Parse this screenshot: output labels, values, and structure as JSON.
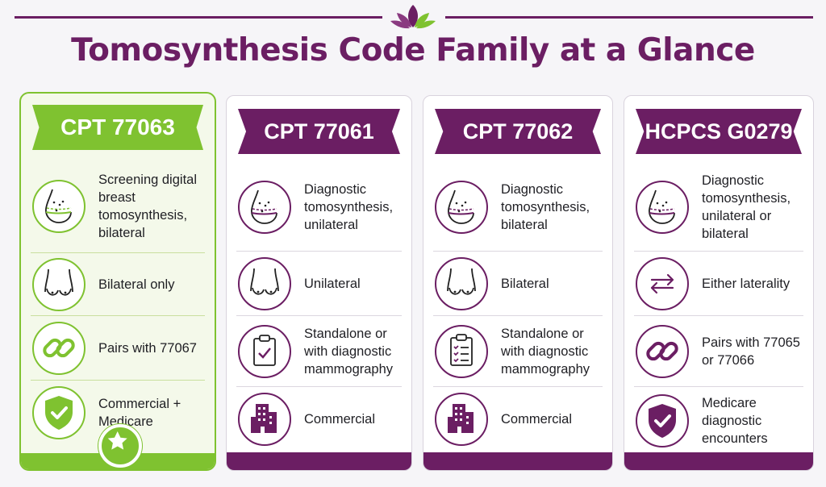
{
  "title": "Tomosynthesis Code Family at a Glance",
  "colors": {
    "purple": "#6b1e63",
    "green": "#7fc230"
  },
  "cards": [
    {
      "code": "CPT 77063",
      "rows": [
        {
          "icon": "breast-scan-icon",
          "text": "Screening digital breast tomosynthesis, bilateral"
        },
        {
          "icon": "torso-bilateral-icon",
          "text": "Bilateral only"
        },
        {
          "icon": "link-icon",
          "text": "Pairs with 77067"
        },
        {
          "icon": "shield-check-icon",
          "text": "Commercial + Medicare"
        }
      ],
      "badge_icon": "star-icon"
    },
    {
      "code": "CPT 77061",
      "rows": [
        {
          "icon": "breast-scan-icon",
          "text": "Diagnostic tomosynthesis, unilateral"
        },
        {
          "icon": "torso-icon",
          "text": "Unilateral"
        },
        {
          "icon": "clipboard-check-icon",
          "text": "Standalone or with diagnostic mammography"
        },
        {
          "icon": "building-icon",
          "text": "Commercial"
        }
      ]
    },
    {
      "code": "CPT 77062",
      "rows": [
        {
          "icon": "breast-scan-icon",
          "text": "Diagnostic tomosynthesis, bilateral"
        },
        {
          "icon": "torso-icon",
          "text": "Bilateral"
        },
        {
          "icon": "clipboard-list-icon",
          "text": "Standalone or with diagnostic mammography"
        },
        {
          "icon": "building-icon",
          "text": "Commercial"
        }
      ]
    },
    {
      "code": "HCPCS G0279",
      "rows": [
        {
          "icon": "breast-scan-icon",
          "text": "Diagnostic tomosynthesis, unilateral or bilateral"
        },
        {
          "icon": "swap-arrows-icon",
          "text": "Either laterality"
        },
        {
          "icon": "link-icon",
          "text": "Pairs with 77065 or 77066"
        },
        {
          "icon": "shield-check-icon",
          "text": "Medicare diagnostic encounters"
        }
      ]
    }
  ]
}
